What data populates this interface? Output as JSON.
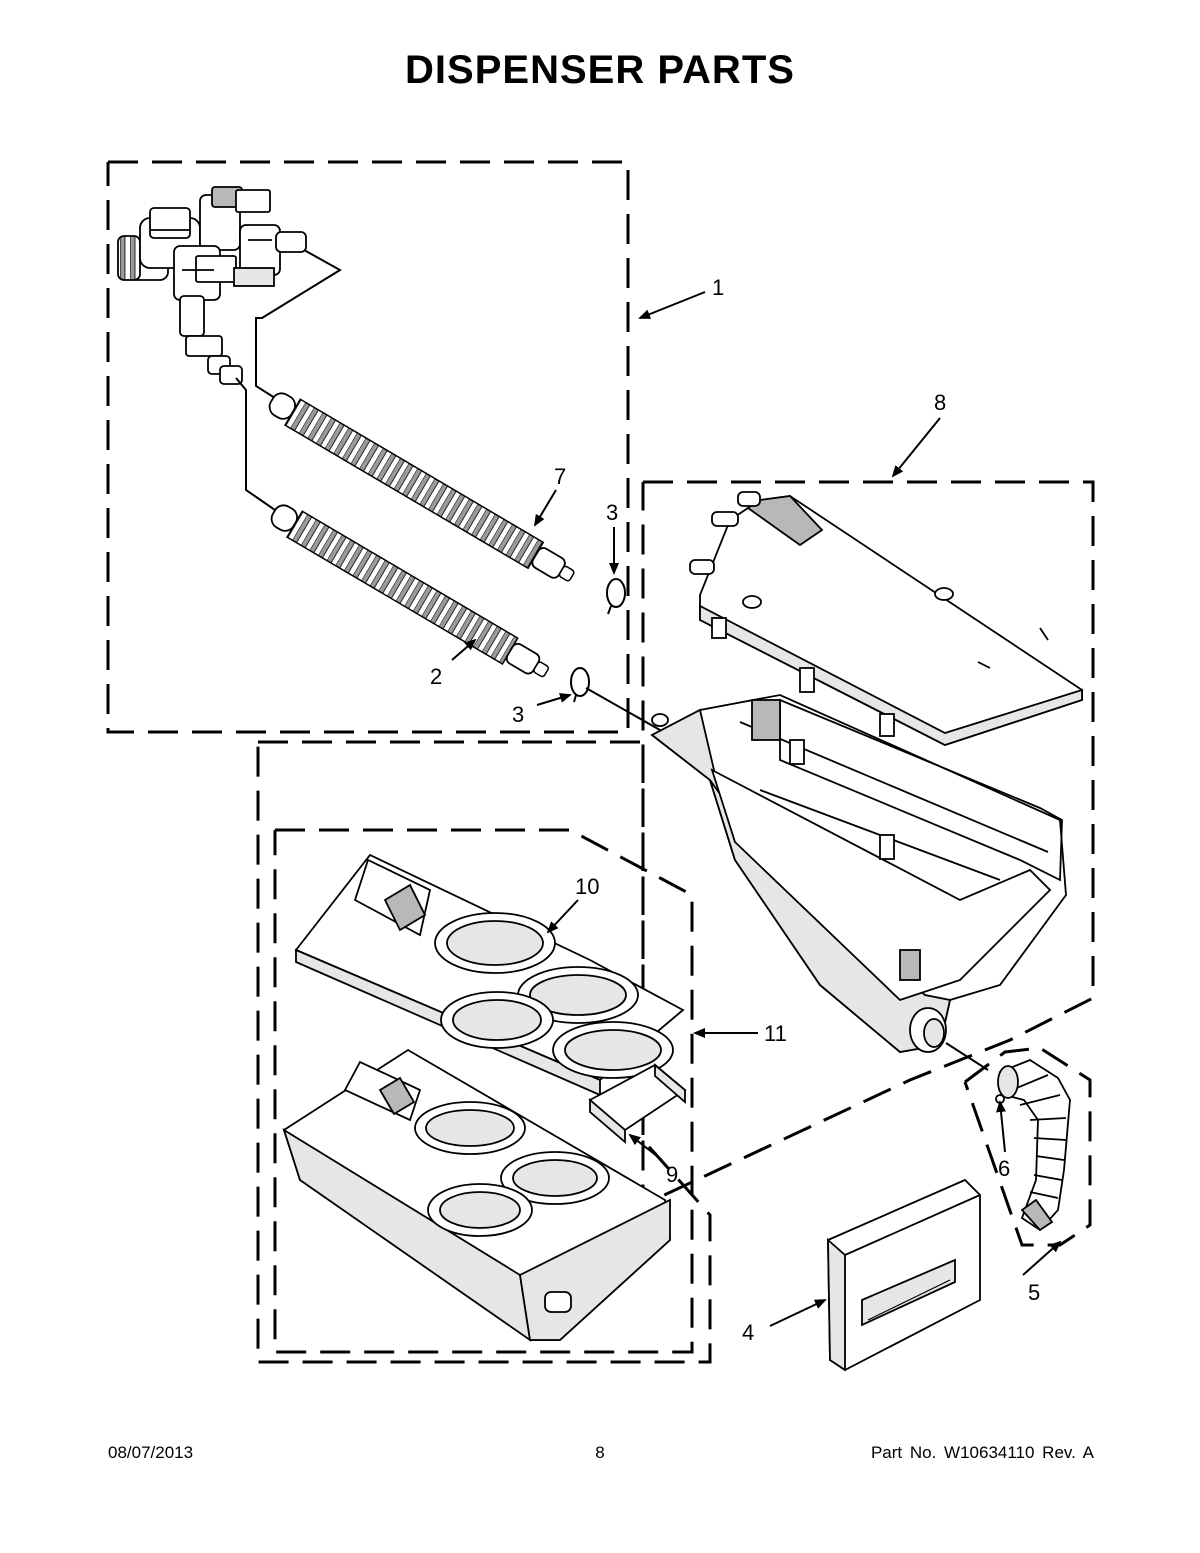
{
  "header": {
    "title": "DISPENSER PARTS"
  },
  "callouts": {
    "c1": "1",
    "c2": "2",
    "c3a": "3",
    "c3b": "3",
    "c4": "4",
    "c5": "5",
    "c6": "6",
    "c7": "7",
    "c8": "8",
    "c9": "9",
    "c10": "10",
    "c11": "11"
  },
  "footer": {
    "date": "08/07/2013",
    "page_number": "8",
    "part_number": "Part No.  W10634110  Rev.  A"
  },
  "colors": {
    "line": "#000000",
    "background": "#ffffff",
    "fill_light": "#e6e6e6",
    "fill_mid": "#b8b8b8"
  }
}
